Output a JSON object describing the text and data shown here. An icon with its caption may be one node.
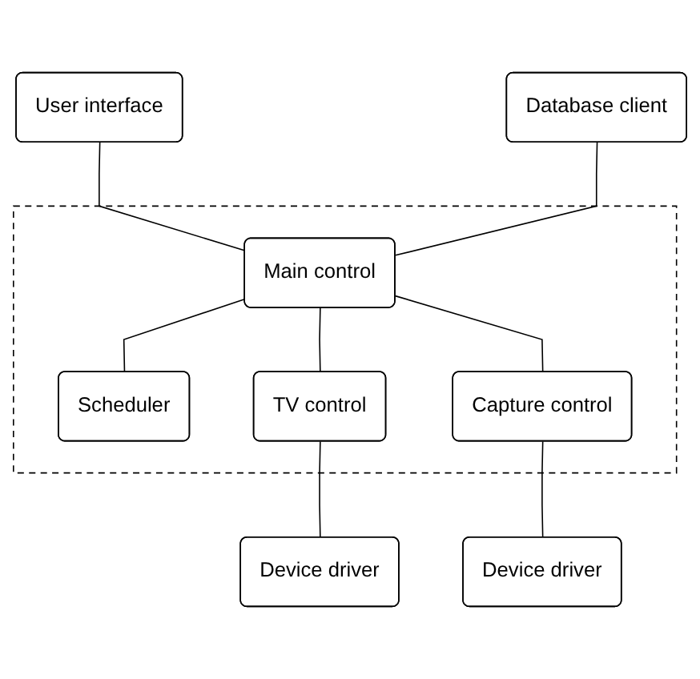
{
  "diagram": {
    "nodes": [
      {
        "text": [
          "User interface"
        ]
      },
      {
        "text": [
          "Database client"
        ]
      },
      {
        "text": [],
        "shape": "box"
      },
      {
        "text": [
          "Main control"
        ],
        "in": 2
      },
      {
        "text": [
          "Scheduler"
        ],
        "in": 2
      },
      {
        "text": [
          "TV control"
        ],
        "in": 2
      },
      {
        "text": [
          "Capture control"
        ],
        "in": 2
      },
      {
        "text": [
          "Device driver"
        ]
      },
      {
        "text": [
          "Device driver"
        ]
      }
    ],
    "edges": [
      {
        "from": 0,
        "to": 3,
        "arrow": "none"
      },
      {
        "from": 1,
        "to": 3,
        "arrow": "none"
      },
      {
        "from": 3,
        "to": 4,
        "arrow": "none"
      },
      {
        "from": 3,
        "to": 5,
        "arrow": "none"
      },
      {
        "from": 3,
        "to": 6,
        "arrow": "none"
      },
      {
        "from": 5,
        "to": 7,
        "arrow": "none"
      },
      {
        "from": 6,
        "to": 8,
        "arrow": "none"
      }
    ]
  }
}
